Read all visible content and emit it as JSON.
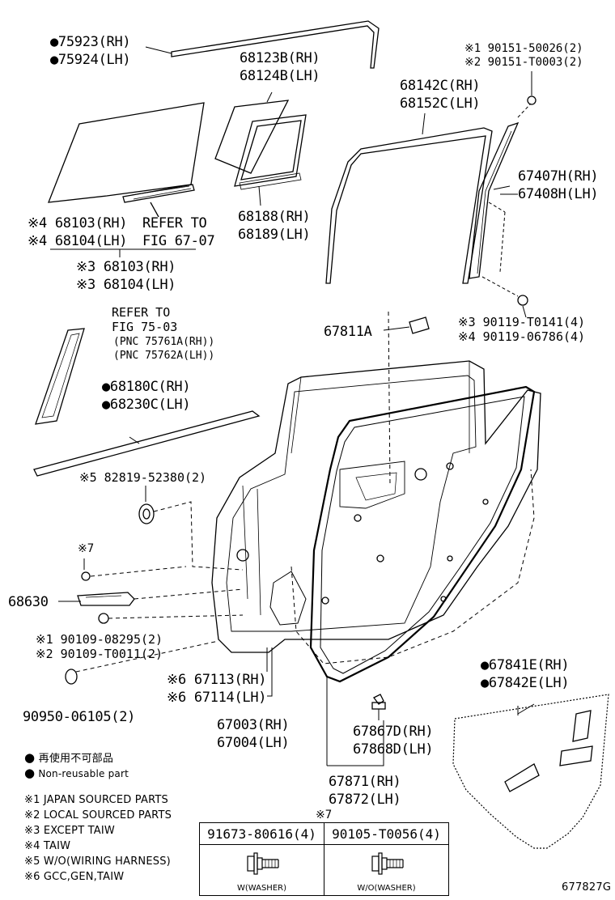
{
  "parts": {
    "p75923": "●75923(RH)",
    "p75924": "●75924(LH)",
    "p68123b": "68123B(RH)",
    "p68124b": "68124B(LH)",
    "p90151_1": "※1 90151-50026(2)",
    "p90151_2": "※2 90151-T0003(2)",
    "p68142c": "68142C(RH)",
    "p68152c": "68152C(LH)",
    "p67407h": "67407H(RH)",
    "p67408h": "67408H(LH)",
    "p68103_4": "※4 68103(RH)",
    "p68104_4": "※4 68104(LH)",
    "refer1_a": "REFER TO",
    "refer1_b": "FIG 67-07",
    "p68188": "68188(RH)",
    "p68189": "68189(LH)",
    "p68103_3": "※3 68103(RH)",
    "p68104_3": "※3 68104(LH)",
    "refer2_a": "REFER TO",
    "refer2_b": "FIG 75-03",
    "refer2_c": "(PNC 75761A(RH))",
    "refer2_d": "(PNC 75762A(LH))",
    "p67811a": "67811A",
    "p90119_3": "※3 90119-T0141(4)",
    "p90119_4": "※4 90119-06786(4)",
    "p68180c": "●68180C(RH)",
    "p68230c": "●68230C(LH)",
    "p82819": "※5 82819-52380(2)",
    "p_note7": "※7",
    "p68630": "68630",
    "p90109_1": "※1 90109-08295(2)",
    "p90109_2": "※2 90109-T0011(2)",
    "p67113": "※6 67113(RH)",
    "p67114": "※6 67114(LH)",
    "p67841e": "●67841E(RH)",
    "p67842e": "●67842E(LH)",
    "p90950": "90950-06105(2)",
    "p67003": "67003(RH)",
    "p67004": "67004(LH)",
    "p67867d": "67867D(RH)",
    "p67868d": "67868D(LH)",
    "p67871": "67871(RH)",
    "p67872": "67872(LH)"
  },
  "legend": {
    "jp": "再使用不可部品",
    "en": "Non-reusable part",
    "n1": "※1 JAPAN SOURCED PARTS",
    "n2": "※2 LOCAL SOURCED PARTS",
    "n3": "※3 EXCEPT TAIW",
    "n4": "※4 TAIW",
    "n5": "※5 W/O(WIRING HARNESS)",
    "n6": "※6 GCC,GEN,TAIW"
  },
  "table": {
    "marker": "※7",
    "col1_header": "91673-80616(4)",
    "col2_header": "90105-T0056(4)",
    "col1_caption": "W(WASHER)",
    "col2_caption": "W/O(WASHER)"
  },
  "figure_id": "677827G"
}
